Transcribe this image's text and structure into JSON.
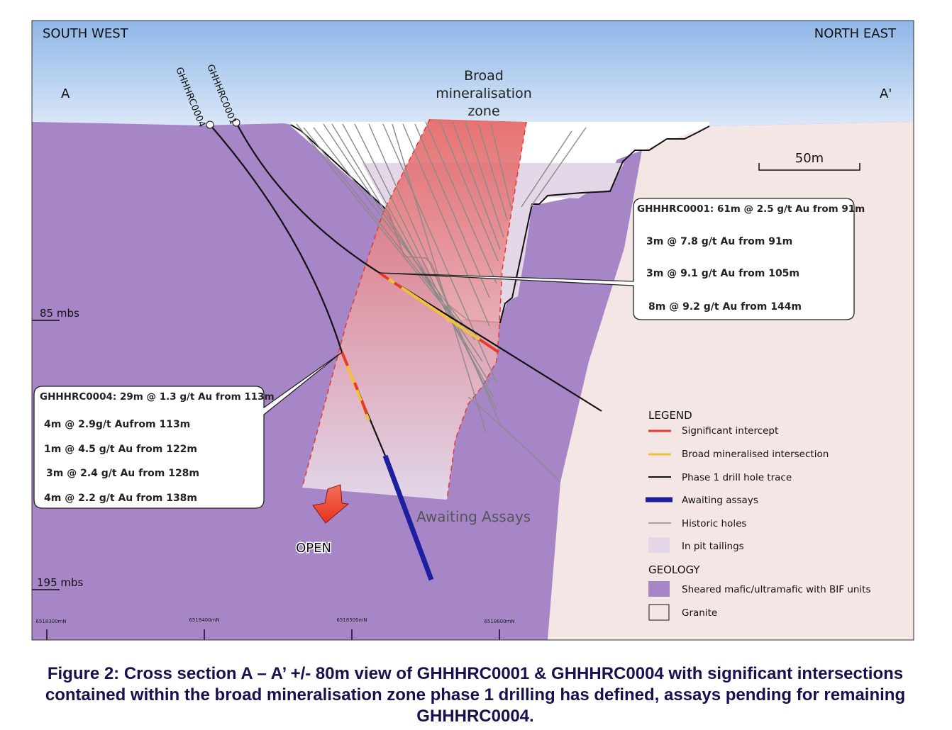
{
  "section": {
    "direction_left": "SOUTH WEST",
    "direction_right": "NORTH EAST",
    "point_left": "A",
    "point_right": "A'",
    "zone_label": [
      "Broad",
      "mineralisation",
      "zone"
    ],
    "scale_label": "50m",
    "depth_labels": [
      "85 mbs",
      "195 mbs"
    ],
    "northings": [
      "6518300mN",
      "6518400mN",
      "6518500mN",
      "6518600mN"
    ],
    "holes": [
      "GHHHRC0004",
      "GHHHRC0001"
    ],
    "open_label": "OPEN",
    "awaiting_label": "Awaiting Assays"
  },
  "callout_0001": {
    "title": "GHHHRC0001: 61m @ 2.5 g/t Au from 91m",
    "lines": [
      "3m @ 7.8 g/t Au from 91m",
      "3m @ 9.1 g/t Au from 105m",
      "8m @ 9.2 g/t Au from 144m"
    ]
  },
  "callout_0004": {
    "title": "GHHHRC0004: 29m @ 1.3 g/t Au from 113m",
    "lines": [
      "4m @ 2.9g/t Aufrom 113m",
      "1m @ 4.5 g/t Au from 122m",
      "3m @ 2.4 g/t Au from 128m",
      "4m @ 2.2 g/t Au from 138m"
    ]
  },
  "legend": {
    "title": "LEGEND",
    "items": [
      {
        "label": "Significant intercept",
        "color": "#e53a2c"
      },
      {
        "label": "Broad mineralised intersection",
        "color": "#f2c13a"
      },
      {
        "label": "Phase 1 drill hole trace",
        "color": "#111111"
      },
      {
        "label": "Awaiting assays",
        "color": "#1c1fa0"
      },
      {
        "label": "Historic holes",
        "color": "#8a8a8a"
      },
      {
        "label": "In pit tailings",
        "color": "#e4d7e7"
      }
    ],
    "geology_title": "GEOLOGY",
    "geology_items": [
      {
        "label": "Sheared mafic/ultramafic with BIF units",
        "color": "#a786c8"
      },
      {
        "label": "Granite",
        "color": "#f5e6e6"
      }
    ]
  },
  "colors": {
    "mafic": "#a786c8",
    "granite": "#f5e6e6",
    "sky_top": "#8fb7e8",
    "mineral_zone": "#e06060",
    "caption": "#16124f"
  },
  "caption": "Figure 2: Cross section A – A’ +/- 80m view of GHHHRC0001 & GHHHRC0004 with significant intersections contained within the broad mineralisation zone phase 1 drilling has defined, assays pending for remaining GHHHRC0004."
}
